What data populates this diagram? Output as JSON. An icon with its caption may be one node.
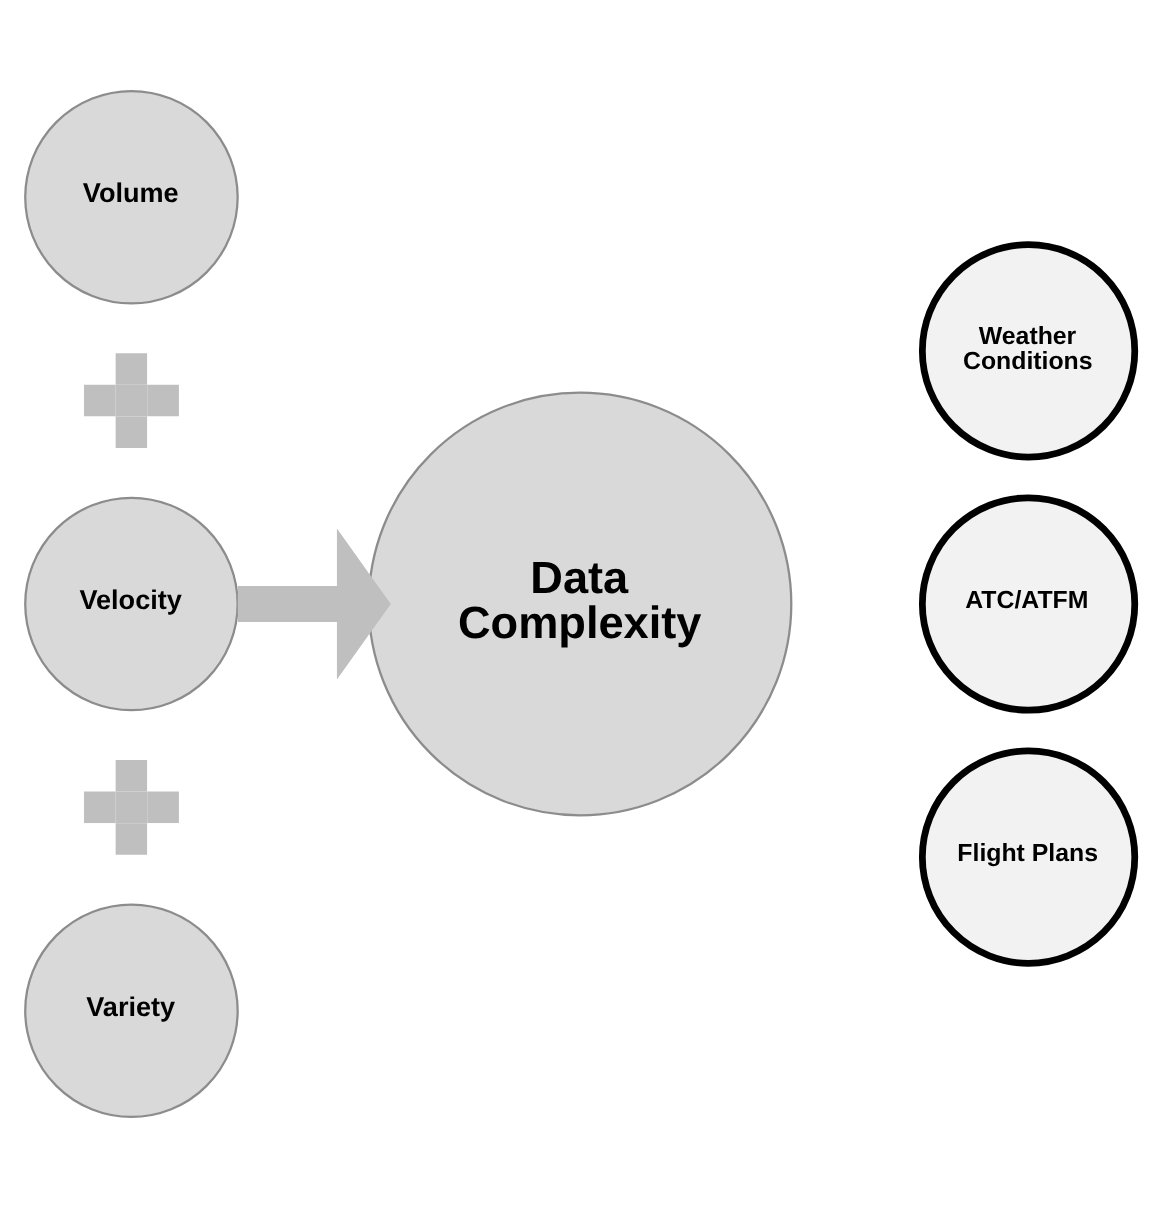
{
  "diagram": {
    "nodes": [
      {
        "text": [
          "Volume"
        ]
      },
      {
        "text": [],
        "shape": "plus"
      },
      {
        "text": [
          "Velocity"
        ]
      },
      {
        "text": [],
        "shape": "plus"
      },
      {
        "text": [
          "Variety"
        ]
      },
      {
        "text": [
          "Data Complexity"
        ]
      },
      {
        "text": [
          "Weather Conditions"
        ]
      },
      {
        "text": [
          "ATC/ATFM"
        ]
      },
      {
        "text": [
          "Flight Plans"
        ]
      }
    ],
    "edges": [
      {
        "from": 2,
        "to": 5,
        "arrow": "to"
      }
    ]
  }
}
